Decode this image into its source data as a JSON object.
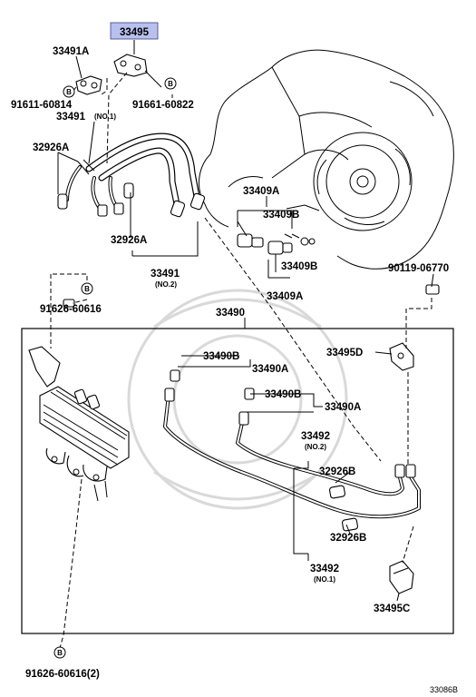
{
  "diagram_ref": "33086B",
  "highlight_color": "#b8c0ee",
  "labels": {
    "p33495": "33495",
    "p33491A": "33491A",
    "p91611": "91611-60814",
    "p91661": "91661-60822",
    "p33491_top": "33491",
    "p33491_top_note": "(NO.1)",
    "p32926A_top": "32926A",
    "p32926A_mid": "32926A",
    "p33491_mid": "33491",
    "p33491_mid_note": "(NO.2)",
    "p33409A_top": "33409A",
    "p33409B_top": "33409B",
    "p33409B_bot": "33409B",
    "p33409A_bot": "33409A",
    "p90119": "90119-06770",
    "p91626_top": "91626-60616",
    "p33490": "33490",
    "p33490B_top": "33490B",
    "p33490A_top": "33490A",
    "p33490B_bot": "33490B",
    "p33490A_bot": "33490A",
    "p33495D": "33495D",
    "p33492_top": "33492",
    "p33492_top_note": "(NO.2)",
    "p32926B_top": "32926B",
    "p32926B_bot": "32926B",
    "p33492_bot": "33492",
    "p33492_bot_note": "(NO.1)",
    "p33495C": "33495C",
    "p91626_bot": "91626-60616(2)"
  },
  "markers": {
    "b1": "B",
    "b2": "B",
    "b3": "B",
    "b4": "B"
  }
}
